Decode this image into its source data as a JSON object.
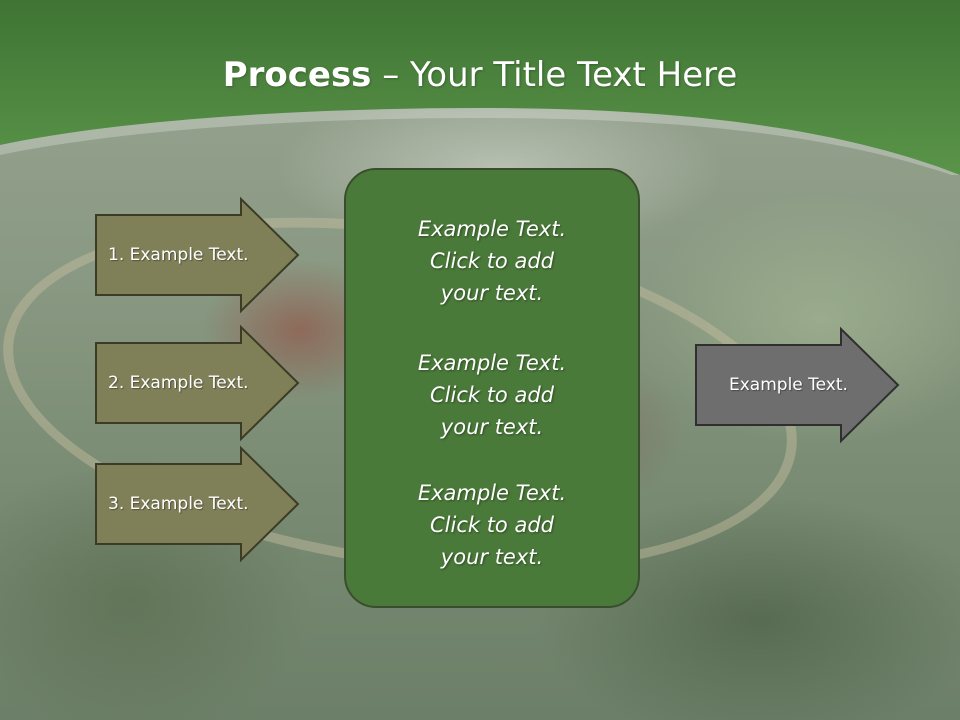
{
  "slide": {
    "title_bold": "Process",
    "title_rest": " – Your Title Text Here"
  },
  "inputs": [
    {
      "label": "1. Example Text."
    },
    {
      "label": "2. Example Text."
    },
    {
      "label": "3. Example Text."
    }
  ],
  "center": {
    "blocks": [
      {
        "line1": "Example Text.",
        "line2": "Click  to add",
        "line3": "your text."
      },
      {
        "line1": "Example Text.",
        "line2": "Click  to add",
        "line3": "your text."
      },
      {
        "line1": "Example Text.",
        "line2": "Click  to add",
        "line3": "your text."
      }
    ]
  },
  "output": {
    "label": "Example Text."
  },
  "colors": {
    "header_green": "#5a9449",
    "header_dark": "#3f7434",
    "center_fill": "#4a7a39",
    "input_arrow_fill": "#7f7f58",
    "output_arrow_fill": "#6e6e6e"
  }
}
